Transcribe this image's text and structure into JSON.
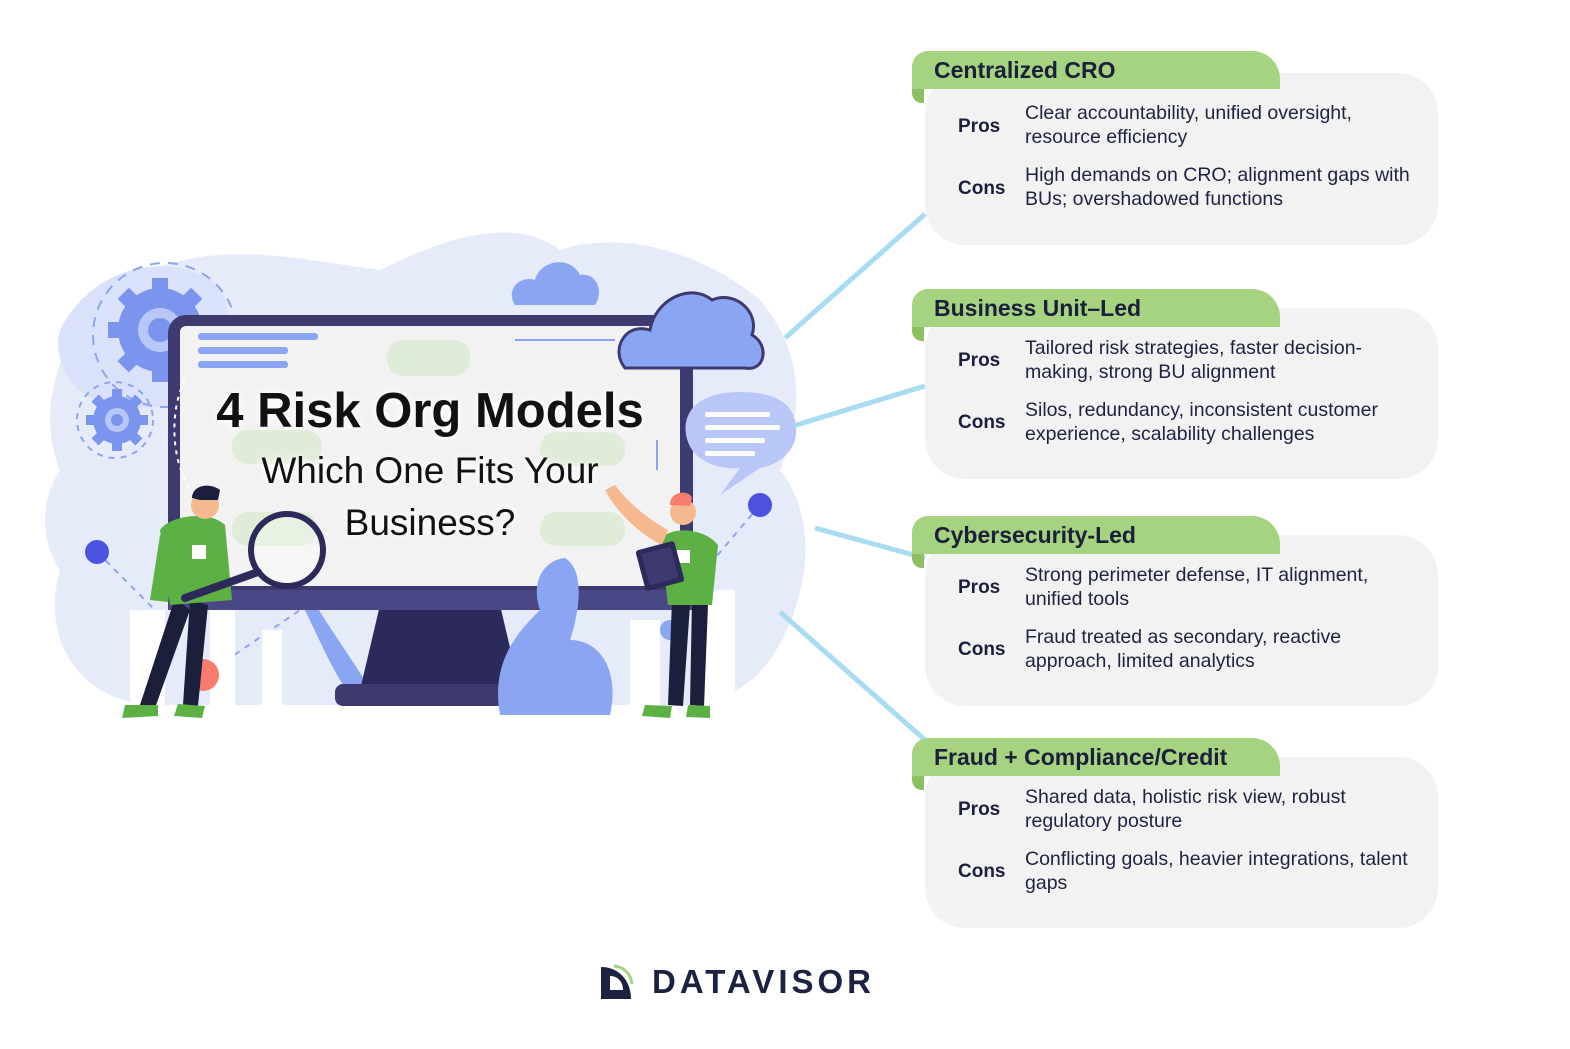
{
  "title": {
    "main": "4 Risk Org Models",
    "sub": "Which One Fits Your Business?"
  },
  "brand": {
    "name": "DATAVISOR",
    "accent": "#a5d37f",
    "navy": "#1b2340",
    "connector": "#a7dcf3"
  },
  "icons": [
    "gear-icon",
    "cloud-icon",
    "speech-bubble-icon",
    "magnifying-glass-icon",
    "clipboard-icon",
    "plant-icon",
    "datavisor-logo-icon"
  ],
  "models": [
    {
      "name": "Centralized CRO",
      "pros_label": "Pros",
      "pros": "Clear accountability, unified oversight, resource efficiency",
      "cons_label": "Cons",
      "cons": "High demands on CRO; alignment gaps with BUs; overshadowed functions"
    },
    {
      "name": "Business Unit–Led",
      "pros_label": "Pros",
      "pros": "Tailored risk strategies, faster decision-making, strong BU alignment",
      "cons_label": "Cons",
      "cons": "Silos, redundancy, inconsistent customer experience, scalability challenges"
    },
    {
      "name": "Cybersecurity-Led",
      "pros_label": "Pros",
      "pros": "Strong perimeter defense, IT alignment, unified tools",
      "cons_label": "Cons",
      "cons": "Fraud treated as secondary, reactive approach, limited analytics"
    },
    {
      "name": "Fraud + Compliance/Credit",
      "pros_label": "Pros",
      "pros": "Shared data, holistic risk view, robust regulatory posture",
      "cons_label": "Cons",
      "cons": "Conflicting goals, heavier integrations, talent gaps"
    }
  ]
}
